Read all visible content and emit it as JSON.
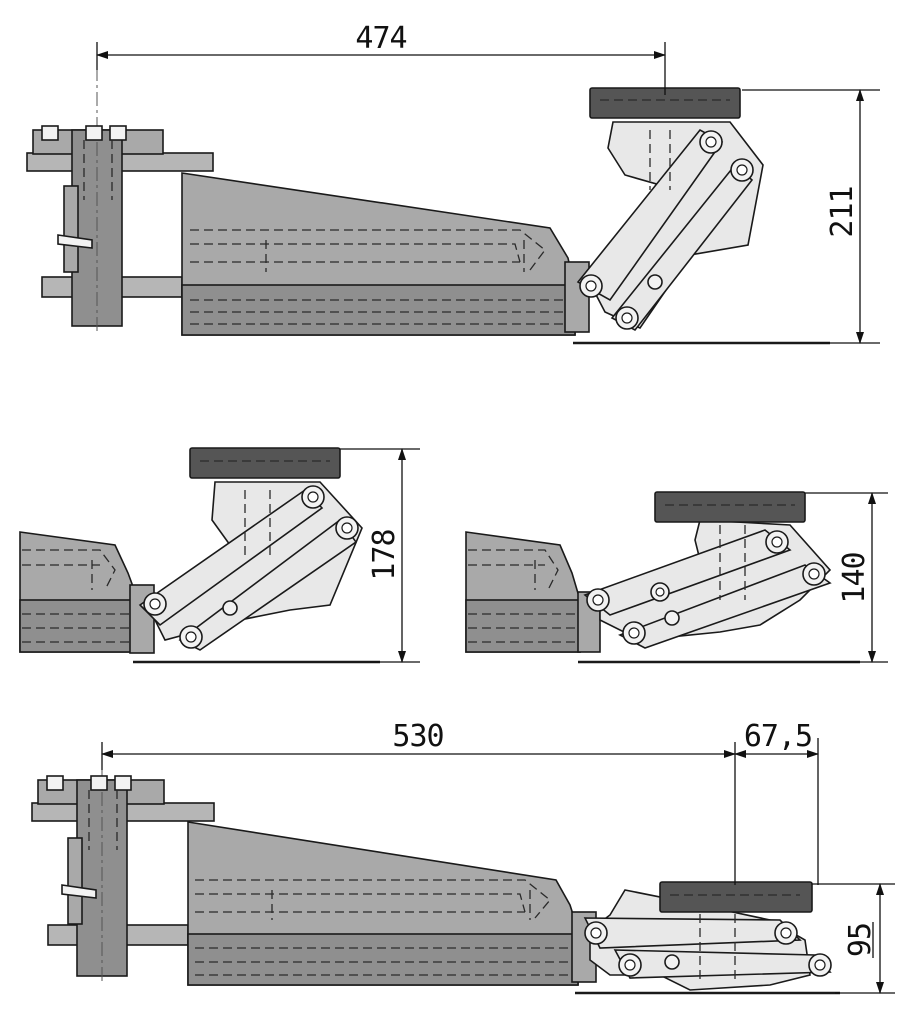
{
  "views": [
    {
      "id": "view-top",
      "dimensions": [
        {
          "label": "474"
        },
        {
          "label": "211"
        }
      ]
    },
    {
      "id": "view-mid-left",
      "dimensions": [
        {
          "label": "178"
        }
      ]
    },
    {
      "id": "view-mid-right",
      "dimensions": [
        {
          "label": "140"
        }
      ]
    },
    {
      "id": "view-bottom",
      "dimensions": [
        {
          "label": "530"
        },
        {
          "label": "67,5"
        },
        {
          "label": "95"
        }
      ]
    }
  ]
}
